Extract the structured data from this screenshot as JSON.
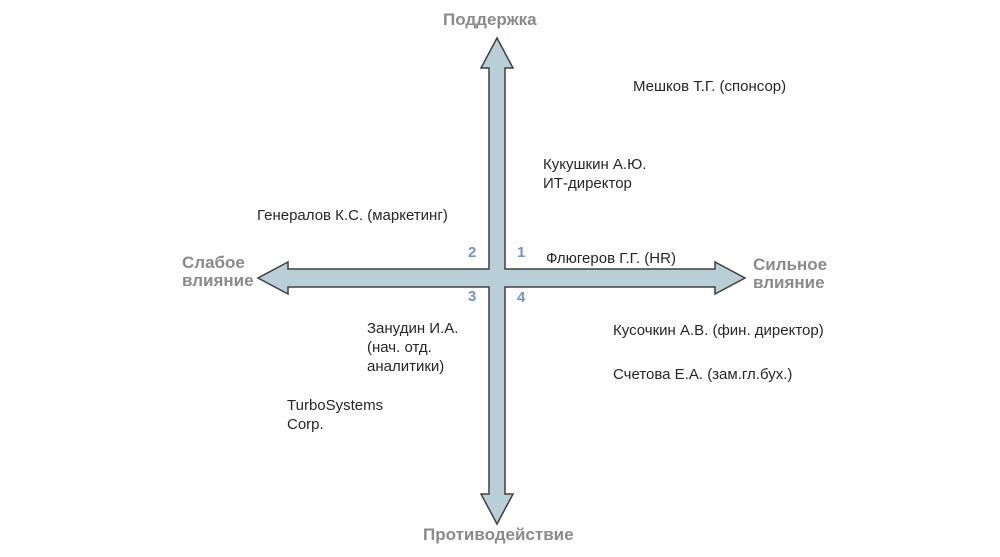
{
  "colors": {
    "background": "#ffffff",
    "arrow_fill": "#b9cfd8",
    "arrow_outline": "#3f3f3f",
    "axis_label": "#8a8a8a",
    "quadrant_number": "#6f94c5",
    "text": "#262626"
  },
  "axes": {
    "top": "Поддержка",
    "bottom": "Противодействие",
    "left": "Слабое\nвлияние",
    "right": "Сильное\nвлияние"
  },
  "quadrants": {
    "q1": "1",
    "q2": "2",
    "q3": "3",
    "q4": "4"
  },
  "stakeholders": {
    "meshkov": "Мешков Т.Г. (спонсор)",
    "kukushkin": "Кукушкин А.Ю.\nИТ-директор",
    "generalov": "Генералов К.С. (маркетинг)",
    "flyugerov": "Флюгеров Г.Г. (HR)",
    "zanudin": "Занудин И.А.\n(нач. отд.\nаналитики)",
    "kusochkin": "Кусочкин А.В. (фин. директор)",
    "schetova": "Счетова Е.А. (зам.гл.бух.)",
    "turbosystems": "TurboSystems\nCorp."
  }
}
